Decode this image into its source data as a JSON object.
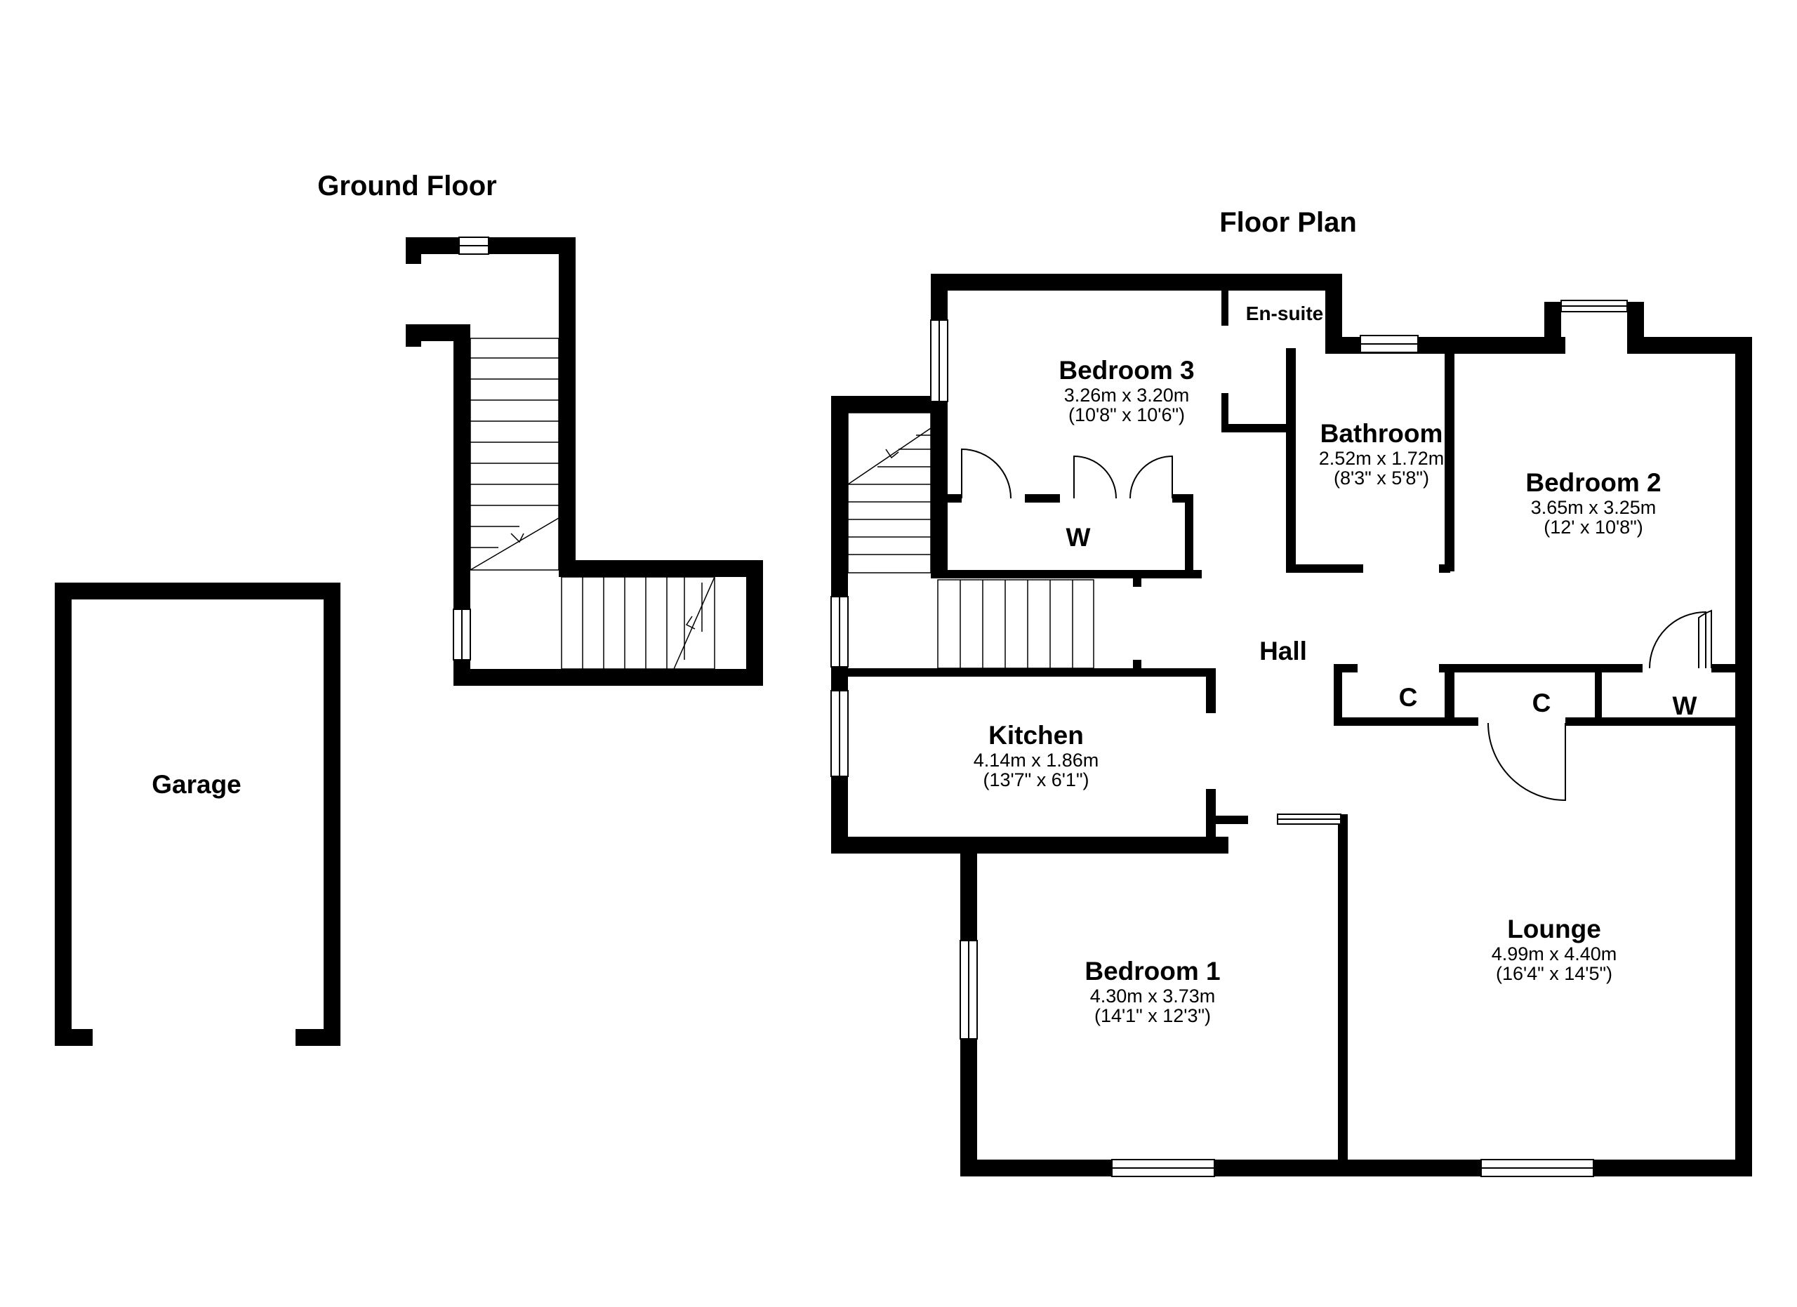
{
  "titles": {
    "ground_floor": "Ground Floor",
    "floor_plan": "Floor Plan"
  },
  "rooms": {
    "garage": {
      "name": "Garage"
    },
    "en_suite": {
      "name": "En-suite"
    },
    "bedroom3": {
      "name": "Bedroom 3",
      "metric": "3.26m x 3.20m",
      "imperial": "(10'8\" x 10'6\")"
    },
    "bathroom": {
      "name": "Bathroom",
      "metric": "2.52m x 1.72m",
      "imperial": "(8'3\" x 5'8\")"
    },
    "bedroom2": {
      "name": "Bedroom 2",
      "metric": "3.65m x 3.25m",
      "imperial": "(12' x 10'8\")"
    },
    "hall": {
      "name": "Hall"
    },
    "kitchen": {
      "name": "Kitchen",
      "metric": "4.14m x 1.86m",
      "imperial": "(13'7\" x 6'1\")"
    },
    "bedroom1": {
      "name": "Bedroom 1",
      "metric": "4.30m x 3.73m",
      "imperial": "(14'1\" x 12'3\")"
    },
    "lounge": {
      "name": "Lounge",
      "metric": "4.99m x 4.40m",
      "imperial": "(16'4\" x 14'5\")"
    }
  },
  "storage": {
    "wardrobe_bed3": "W",
    "cupboard_1": "C",
    "cupboard_2": "C",
    "wardrobe_bed2": "W"
  }
}
